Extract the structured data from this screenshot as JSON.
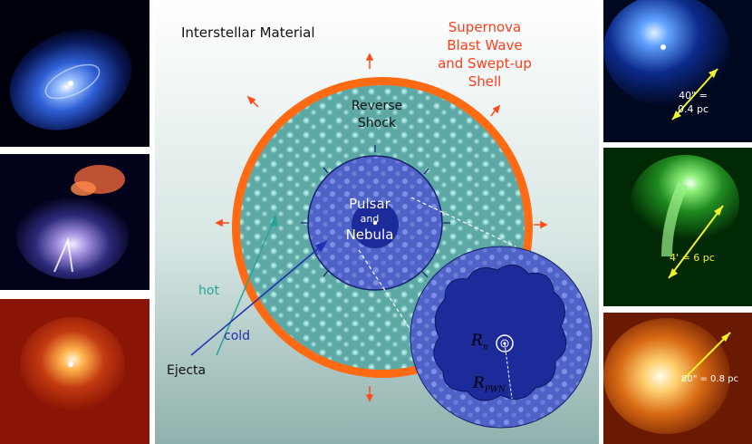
{
  "diagram": {
    "title": "Interstellar Material",
    "blast_wave": [
      "Supernova",
      "Blast Wave",
      "and Swept-up",
      "Shell"
    ],
    "reverse_shock": [
      "Reverse",
      "Shock"
    ],
    "pulsar_line1": "Pulsar",
    "pulsar_and": "and",
    "pulsar_line2": "Nebula",
    "hot_label": "hot",
    "cold_label": "cold",
    "ejecta_label": "Ejecta",
    "rn_base": "R",
    "rn_sub": "n",
    "rpwn_base": "R",
    "rpwn_sub": "PWN"
  },
  "side_panels": {
    "scale_top_right_line1": "40\" =",
    "scale_top_right_line2": "0.4 pc",
    "scale_mid_right": "4' = 6 pc",
    "scale_bottom_right": "80\" = 0.8 pc"
  },
  "colors": {
    "blast_label": "#ff3d1a",
    "shell": "#ff6a13",
    "ejecta_hot": "#2aa39a",
    "ejecta_cold": "#1e2fb0",
    "scale_yellow": "#f2f22a"
  }
}
